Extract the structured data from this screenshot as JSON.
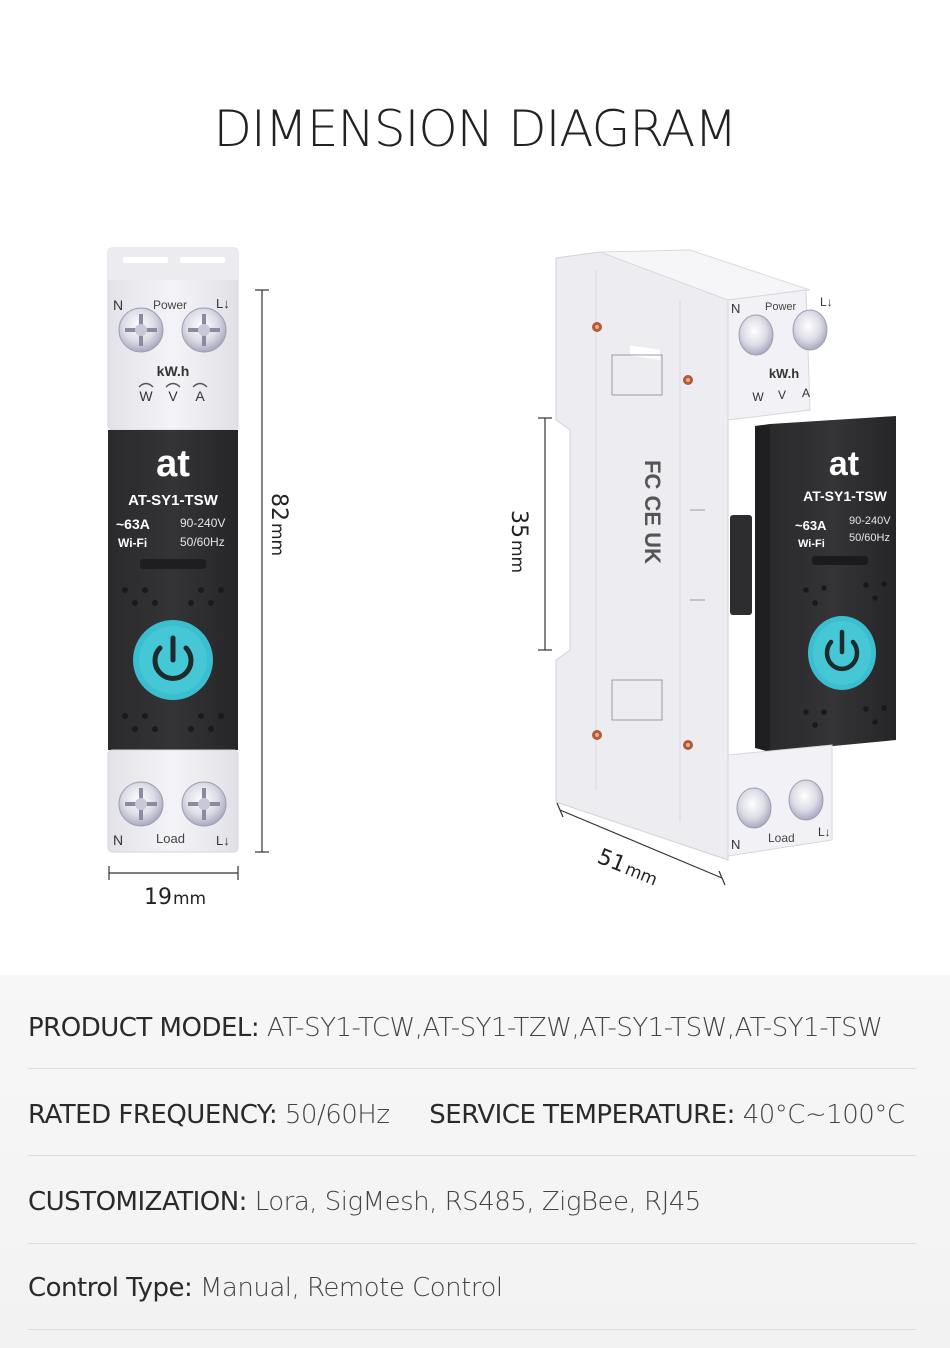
{
  "title": "DIMENSION DIAGRAM",
  "dimensions": {
    "height": {
      "value": "82",
      "unit": "mm"
    },
    "width": {
      "value": "19",
      "unit": "mm"
    },
    "module_height": {
      "value": "35",
      "unit": "mm"
    },
    "depth": {
      "value": "51",
      "unit": "mm"
    }
  },
  "device": {
    "brand": "at",
    "model": "AT-SY1-TSW",
    "current": "~63A",
    "voltage": "90-240V",
    "connectivity": "Wi-Fi",
    "frequency": "50/60Hz",
    "top_left": "N",
    "top_label": "Power",
    "top_right": "L↓",
    "meter_label": "kW.h",
    "meter_icons": [
      "W",
      "V",
      "A"
    ],
    "bottom_left": "N",
    "bottom_label": "Load",
    "bottom_right": "L↓"
  },
  "specs": [
    {
      "label": "PRODUCT MODEL:",
      "value": "AT-SY1-TCW,AT-SY1-TZW,AT-SY1-TSW,AT-SY1-TSW"
    },
    {
      "label": "RATED FREQUENCY:",
      "value": "50/60Hz",
      "label2": "SERVICE TEMPERATURE:",
      "value2": "40°C~100°C"
    },
    {
      "label": "CUSTOMIZATION:",
      "value": "Lora, SigMesh, RS485, ZigBee, RJ45"
    },
    {
      "label": "Control Type:",
      "value": "Manual, Remote Control"
    }
  ],
  "colors": {
    "body_dark": "#2c2c2e",
    "body_light": "#e9e9ee",
    "accent": "#3bbfd0"
  }
}
